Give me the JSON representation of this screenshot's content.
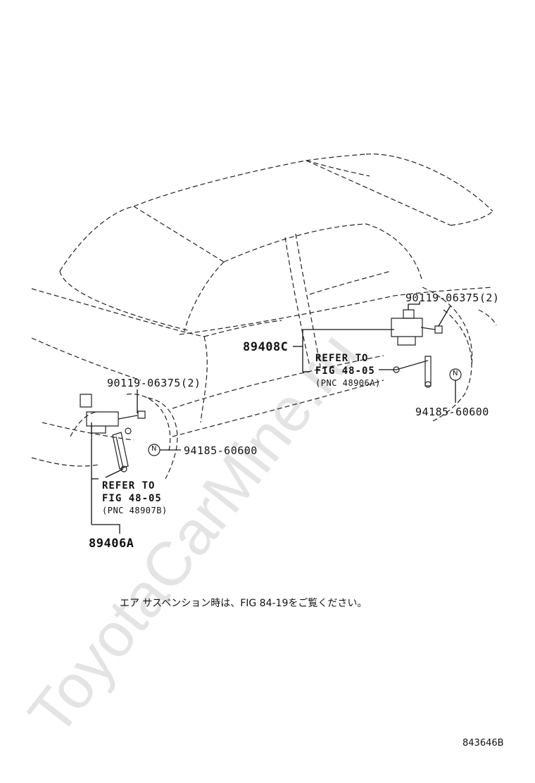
{
  "watermark": "ToyotaCarMine.ru",
  "callouts": {
    "rear_bolt": "90119-06375(2)",
    "rear_nut": "94185-60600",
    "rear_assembly": "89408C",
    "rear_refer_line1": "REFER TO",
    "rear_refer_line2": "FIG 48-05",
    "rear_refer_pnc": "(PNC 48906A)",
    "front_bolt": "90119-06375(2)",
    "front_nut": "94185-60600",
    "front_assembly": "89406A",
    "front_refer_line1": "REFER TO",
    "front_refer_line2": "FIG 48-05",
    "front_refer_pnc": "(PNC 48907B)"
  },
  "nut_symbol": "N",
  "note": "エア サスペンション時は、FIG 84-19をご覧ください。",
  "illustration_code": "843646B"
}
